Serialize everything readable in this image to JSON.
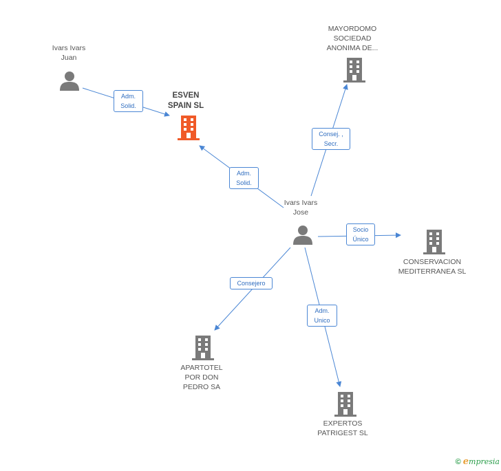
{
  "nodes": {
    "ivars_juan": {
      "lines": [
        "Ivars Ivars",
        "Juan"
      ]
    },
    "esven": {
      "lines": [
        "ESVEN",
        "SPAIN SL"
      ]
    },
    "mayordomo": {
      "lines": [
        "MAYORDOMO",
        "SOCIEDAD",
        "ANONIMA DE..."
      ]
    },
    "ivars_jose": {
      "lines": [
        "Ivars Ivars",
        "Jose"
      ]
    },
    "conservacion": {
      "lines": [
        "CONSERVACION",
        "MEDITERRANEA SL"
      ]
    },
    "apartotel": {
      "lines": [
        "APARTOTEL",
        "POR DON",
        "PEDRO SA"
      ]
    },
    "expertos": {
      "lines": [
        "EXPERTOS",
        "PATRIGEST SL"
      ]
    }
  },
  "edges": {
    "juan_esven": {
      "lines": [
        "Adm.",
        "Solid."
      ]
    },
    "jose_esven": {
      "lines": [
        "Adm.",
        "Solid."
      ]
    },
    "jose_mayordomo": {
      "lines": [
        "Consej. ,",
        "Secr."
      ]
    },
    "jose_conservacion": {
      "lines": [
        "Socio",
        "Único"
      ]
    },
    "jose_apartotel": {
      "lines": [
        "Consejero"
      ]
    },
    "jose_expertos": {
      "lines": [
        "Adm.",
        "Unico"
      ]
    }
  },
  "colors": {
    "edge": "#4a86d4",
    "person": "#7a7a7a",
    "company": "#7a7a7a",
    "highlight": "#f05a28"
  },
  "footer": {
    "copyright": "©",
    "brand_initial": "e",
    "brand_rest": "mpresia"
  }
}
